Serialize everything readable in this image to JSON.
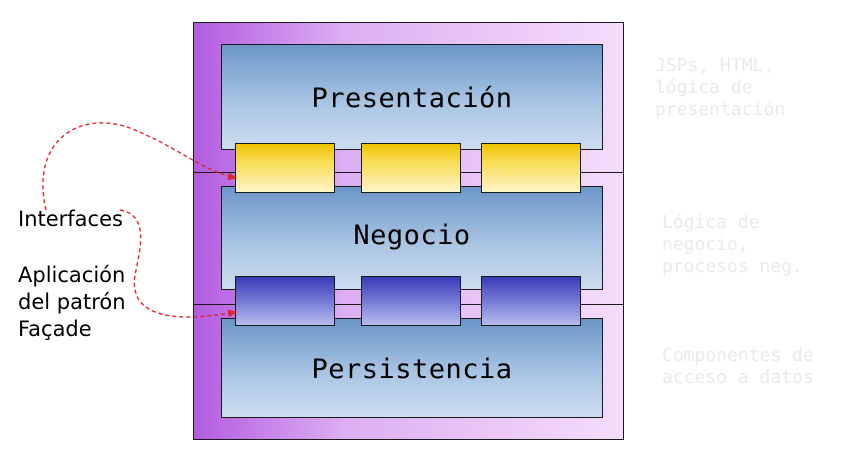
{
  "layers": [
    {
      "title": "Presentación",
      "note": "JSPs, HTML,\nlógica de\npresentación"
    },
    {
      "title": "Negocio",
      "note": "Lógica de\nnegocio,\nprocesos neg."
    },
    {
      "title": "Persistencia",
      "note": "Componentes de\nacceso a datos"
    }
  ],
  "labels": {
    "interfaces": "Interfaces",
    "facade": "Aplicación\ndel patrón\nFaçade"
  },
  "colors": {
    "band": "#c97ae8",
    "layer": "#a8c4e3",
    "interface_box": "#f8de5a",
    "facade_box": "#6a70d0",
    "arrow": "#e0242a"
  }
}
